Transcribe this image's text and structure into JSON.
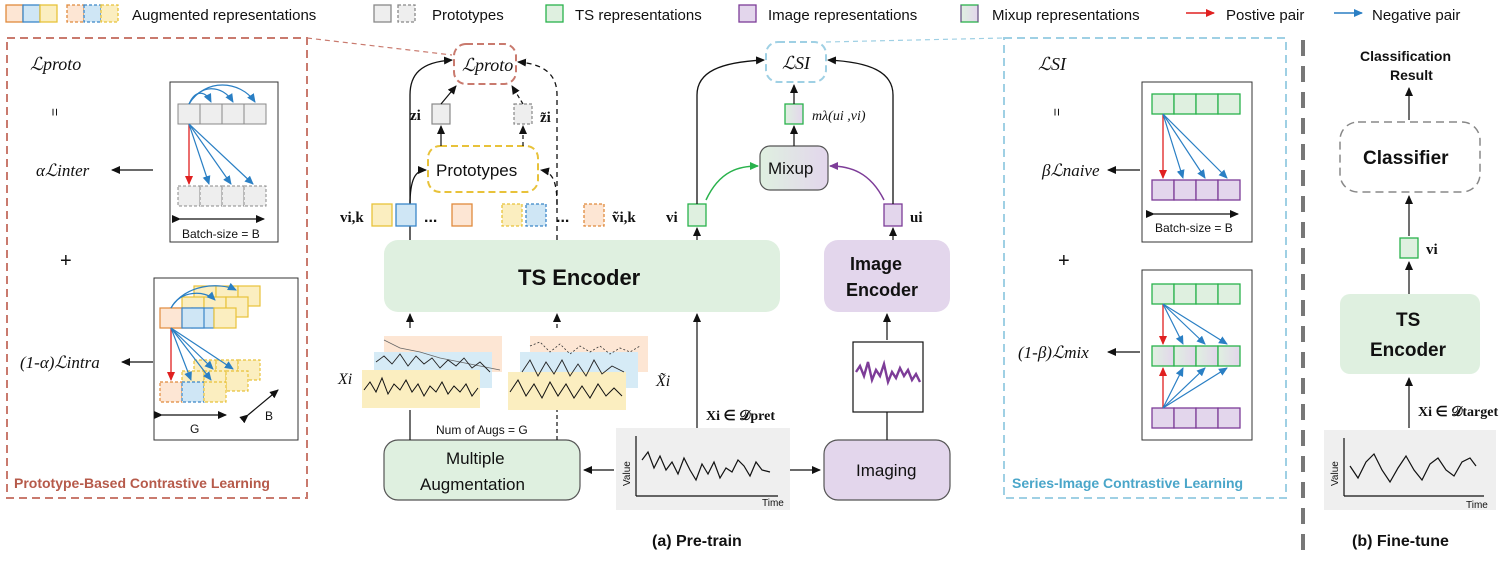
{
  "legend": {
    "augmented": "Augmented representations",
    "prototypes": "Prototypes",
    "ts_repr": "TS representations",
    "image_repr": "Image representations",
    "mixup_repr": "Mixup representations",
    "positive_pair": "Postive pair",
    "negative_pair": "Negative pair"
  },
  "colors": {
    "ts_green": "#29b24c",
    "ts_fill": "#dff0e0",
    "image_purple": "#7d3c98",
    "image_fill": "#e3d6ec",
    "proto_red_border": "#c97a6e",
    "si_blue_border": "#9fd0e4",
    "orange": "#e08a3c",
    "yellow": "#e8c23a",
    "blue": "#3a86c8",
    "positive_red": "#e02020",
    "negative_blue": "#2a7fc4"
  },
  "left_panel": {
    "title": "Prototype-Based Contrastive Learning",
    "l_proto": "ℒproto",
    "equals": "=",
    "alpha_inter": "αℒinter",
    "plus": "+",
    "one_minus_alpha_intra": "(1-α)ℒintra",
    "batch_size": "Batch-size = B",
    "g_label": "G",
    "b_label": "B"
  },
  "right_panel": {
    "title": "Series-Image Contrastive Learning",
    "l_si": "ℒSI",
    "equals": "=",
    "beta_naive": "βℒnaive",
    "plus": "+",
    "one_minus_beta_mix": "(1-β)ℒmix",
    "batch_size": "Batch-size = B"
  },
  "center": {
    "l_proto": "ℒproto",
    "l_si": "ℒSI",
    "z_i": "zi",
    "z_tilde_i": "z̃i",
    "prototypes": "Prototypes",
    "v_ik": "vi,k",
    "v_tilde_ik": "ṽi,k",
    "dots": "...",
    "v_i": "vi",
    "u_i": "ui",
    "mixup": "Mixup",
    "m_lambda": "mλ(ui ,vi)",
    "ts_encoder": "TS Encoder",
    "image_encoder_1": "Image",
    "image_encoder_2": "Encoder",
    "x_i": "Xi",
    "x_tilde_i": "X̃i",
    "num_augs": "Num of Augs = G",
    "x_pret": "Xi ∈ 𝒟pret",
    "multiple_aug_1": "Multiple",
    "multiple_aug_2": "Augmentation",
    "imaging": "Imaging",
    "value": "Value",
    "time": "Time",
    "caption": "(a) Pre-train"
  },
  "finetune": {
    "result_1": "Classification",
    "result_2": "Result",
    "classifier": "Classifier",
    "v_i": "vi",
    "ts_1": "TS",
    "ts_2": "Encoder",
    "x_target": "Xi ∈ 𝒟target",
    "value": "Value",
    "time": "Time",
    "caption": "(b) Fine-tune"
  }
}
